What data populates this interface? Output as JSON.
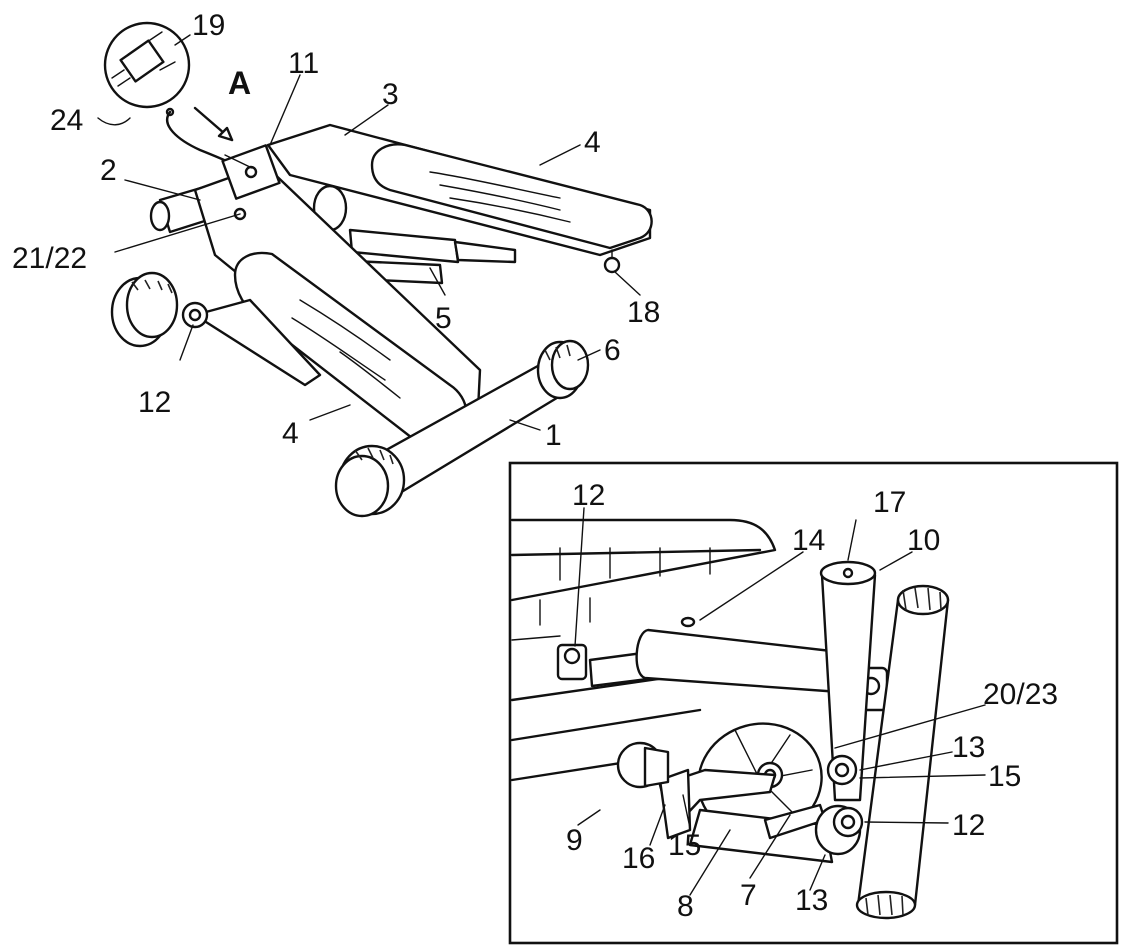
{
  "main_labels": {
    "l19": "19",
    "lA": "A",
    "l11": "11",
    "l3": "3",
    "l24": "24",
    "l4a": "4",
    "l2": "2",
    "l2122": "21/22",
    "l5": "5",
    "l18": "18",
    "l6": "6",
    "l12": "12",
    "l4b": "4",
    "l1": "1"
  },
  "inset_labels": {
    "i12a": "12",
    "i17": "17",
    "i14": "14",
    "i10": "10",
    "i2023": "20/23",
    "i13a": "13",
    "i15a": "15",
    "i12b": "12",
    "i9": "9",
    "i16": "16",
    "i15b": "15",
    "i8": "8",
    "i7": "7",
    "i13b": "13"
  }
}
